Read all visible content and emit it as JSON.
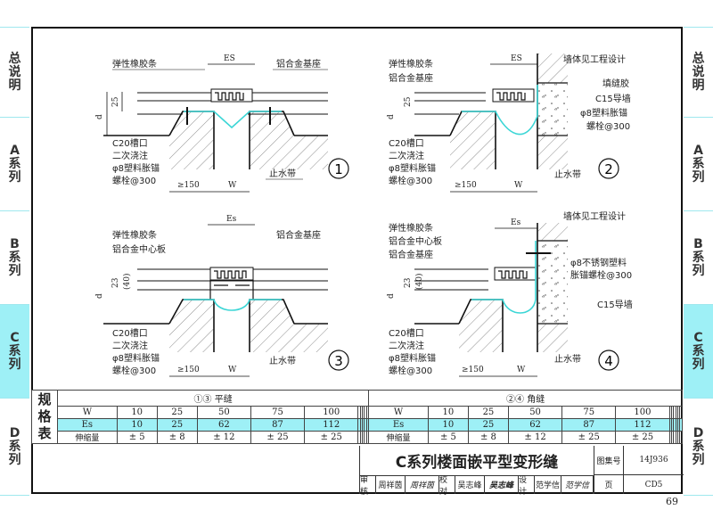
{
  "side_tabs": [
    {
      "id": "general",
      "chars": [
        "总",
        "说",
        "明"
      ],
      "active": false
    },
    {
      "id": "a",
      "chars": [
        "A",
        "系",
        "列"
      ],
      "active": false
    },
    {
      "id": "b",
      "chars": [
        "B",
        "系",
        "列"
      ],
      "active": false
    },
    {
      "id": "c",
      "chars": [
        "C",
        "系",
        "列"
      ],
      "active": true
    },
    {
      "id": "d",
      "chars": [
        "D",
        "系",
        "列"
      ],
      "active": false
    }
  ],
  "details": {
    "d1": {
      "number": "1",
      "labels": {
        "elastic_strip": "弹性橡胶条",
        "base": "铝合金基座",
        "groove": "C20槽口",
        "pour": "二次浇注",
        "anchor": "φ8塑料胀锚",
        "bolt": "螺栓@300",
        "waterstop": "止水带"
      },
      "dims": {
        "es": "ES",
        "h": "25",
        "d": "d",
        "min": "≥150",
        "w": "W"
      }
    },
    "d2": {
      "number": "2",
      "labels": {
        "elastic_strip": "弹性橡胶条",
        "base": "铝合金基座",
        "wall": "墙体见工程设计",
        "sealant": "填缝胶",
        "guide_wall": "C15导墙",
        "anchor_r": "φ8塑料胀锚",
        "bolt_r": "螺栓@300",
        "groove": "C20槽口",
        "pour": "二次浇注",
        "anchor": "φ8塑料胀锚",
        "bolt": "螺栓@300",
        "waterstop": "止水带"
      },
      "dims": {
        "es": "ES",
        "h": "25",
        "d": "d",
        "min": "≥150",
        "w": "W"
      }
    },
    "d3": {
      "number": "3",
      "labels": {
        "elastic_strip": "弹性橡胶条",
        "center_plate": "铝合金中心板",
        "base": "铝合金基座",
        "groove": "C20槽口",
        "pour": "二次浇注",
        "anchor": "φ8塑料胀锚",
        "bolt": "螺栓@300",
        "waterstop": "止水带"
      },
      "dims": {
        "es": "Es",
        "h": "23",
        "h2": "(40)",
        "d": "d",
        "min": "≥150",
        "w": "W"
      }
    },
    "d4": {
      "number": "4",
      "labels": {
        "elastic_strip": "弹性橡胶条",
        "center_plate": "铝合金中心板",
        "base": "铝合金基座",
        "wall": "墙体见工程设计",
        "ss_anchor": "φ8不锈钢塑料",
        "ss_bolt": "胀锚螺栓@300",
        "guide_wall": "C15导墙",
        "groove": "C20槽口",
        "pour": "二次浇注",
        "anchor": "φ8塑料胀锚",
        "bolt": "螺栓@300",
        "waterstop": "止水带"
      },
      "dims": {
        "es": "Es",
        "h": "23",
        "h2": "(40)",
        "d": "d",
        "min": "≥150",
        "w": "W"
      }
    }
  },
  "spec_table": {
    "side_label": [
      "规",
      "格",
      "表"
    ],
    "groups": [
      {
        "caption": "①③ 平缝",
        "rows": [
          {
            "head": "W",
            "values": [
              "10",
              "25",
              "50",
              "75",
              "100"
            ]
          },
          {
            "head": "Es",
            "values": [
              "10",
              "25",
              "62",
              "87",
              "112"
            ]
          },
          {
            "head": "伸缩量",
            "values": [
              "± 5",
              "± 8",
              "± 12",
              "± 25",
              "± 25"
            ]
          }
        ]
      },
      {
        "caption": "②④ 角缝",
        "rows": [
          {
            "head": "W",
            "values": [
              "10",
              "25",
              "50",
              "75",
              "100"
            ]
          },
          {
            "head": "Es",
            "values": [
              "10",
              "25",
              "62",
              "87",
              "112"
            ]
          },
          {
            "head": "伸缩量",
            "values": [
              "± 5",
              "± 8",
              "± 12",
              "± 25",
              "± 25"
            ]
          }
        ]
      }
    ]
  },
  "title_block": {
    "title": "C系列楼面嵌平型变形缝",
    "atlas_label": "图集号",
    "atlas_no": "14J936",
    "page_label": "页",
    "page_code": "CD5",
    "review_label": "审核",
    "reviewer": "周祥茵",
    "reviewer_sig": "周祥茵",
    "check_label": "校对",
    "checker": "吴志峰",
    "checker_sig": "吴志峰",
    "design_label": "设计",
    "designer": "范学信",
    "designer_sig": "范学信"
  },
  "page_number": "69",
  "colors": {
    "accent": "#9ef0f6",
    "waterstop": "#3cd6d6",
    "line": "#111111"
  }
}
